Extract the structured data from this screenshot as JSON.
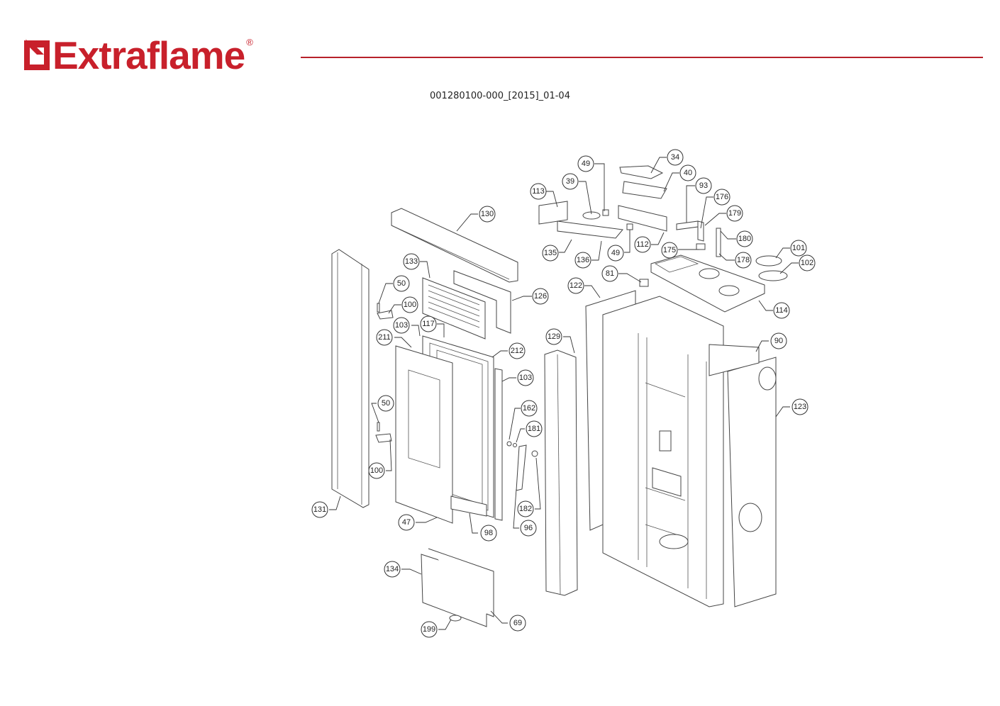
{
  "header": {
    "brand": "Extraflame",
    "registered_mark": "®",
    "brand_color": "#c8202b",
    "rule_color": "#b7212a"
  },
  "document": {
    "code": "001280100-000_[2015]_01-04"
  },
  "callouts": [
    {
      "id": "c34",
      "label": "34"
    },
    {
      "id": "c49a",
      "label": "49"
    },
    {
      "id": "c40",
      "label": "40"
    },
    {
      "id": "c39",
      "label": "39"
    },
    {
      "id": "c93",
      "label": "93"
    },
    {
      "id": "c113",
      "label": "113"
    },
    {
      "id": "c176",
      "label": "176"
    },
    {
      "id": "c179",
      "label": "179"
    },
    {
      "id": "c130",
      "label": "130"
    },
    {
      "id": "c180",
      "label": "180"
    },
    {
      "id": "c135",
      "label": "135"
    },
    {
      "id": "c136",
      "label": "136"
    },
    {
      "id": "c49b",
      "label": "49"
    },
    {
      "id": "c112",
      "label": "112"
    },
    {
      "id": "c175",
      "label": "175"
    },
    {
      "id": "c101",
      "label": "101"
    },
    {
      "id": "c178",
      "label": "178"
    },
    {
      "id": "c102",
      "label": "102"
    },
    {
      "id": "c133",
      "label": "133"
    },
    {
      "id": "c81",
      "label": "81"
    },
    {
      "id": "c50a",
      "label": "50"
    },
    {
      "id": "c122",
      "label": "122"
    },
    {
      "id": "c126",
      "label": "126"
    },
    {
      "id": "c114",
      "label": "114"
    },
    {
      "id": "c100a",
      "label": "100"
    },
    {
      "id": "c103a",
      "label": "103"
    },
    {
      "id": "c117",
      "label": "117"
    },
    {
      "id": "c211",
      "label": "211"
    },
    {
      "id": "c129",
      "label": "129"
    },
    {
      "id": "c90",
      "label": "90"
    },
    {
      "id": "c212",
      "label": "212"
    },
    {
      "id": "c103b",
      "label": "103"
    },
    {
      "id": "c50b",
      "label": "50"
    },
    {
      "id": "c123",
      "label": "123"
    },
    {
      "id": "c162",
      "label": "162"
    },
    {
      "id": "c181",
      "label": "181"
    },
    {
      "id": "c100b",
      "label": "100"
    },
    {
      "id": "c131",
      "label": "131"
    },
    {
      "id": "c182",
      "label": "182"
    },
    {
      "id": "c47",
      "label": "47"
    },
    {
      "id": "c96",
      "label": "96"
    },
    {
      "id": "c98",
      "label": "98"
    },
    {
      "id": "c134",
      "label": "134"
    },
    {
      "id": "c69",
      "label": "69"
    },
    {
      "id": "c199",
      "label": "199"
    }
  ]
}
